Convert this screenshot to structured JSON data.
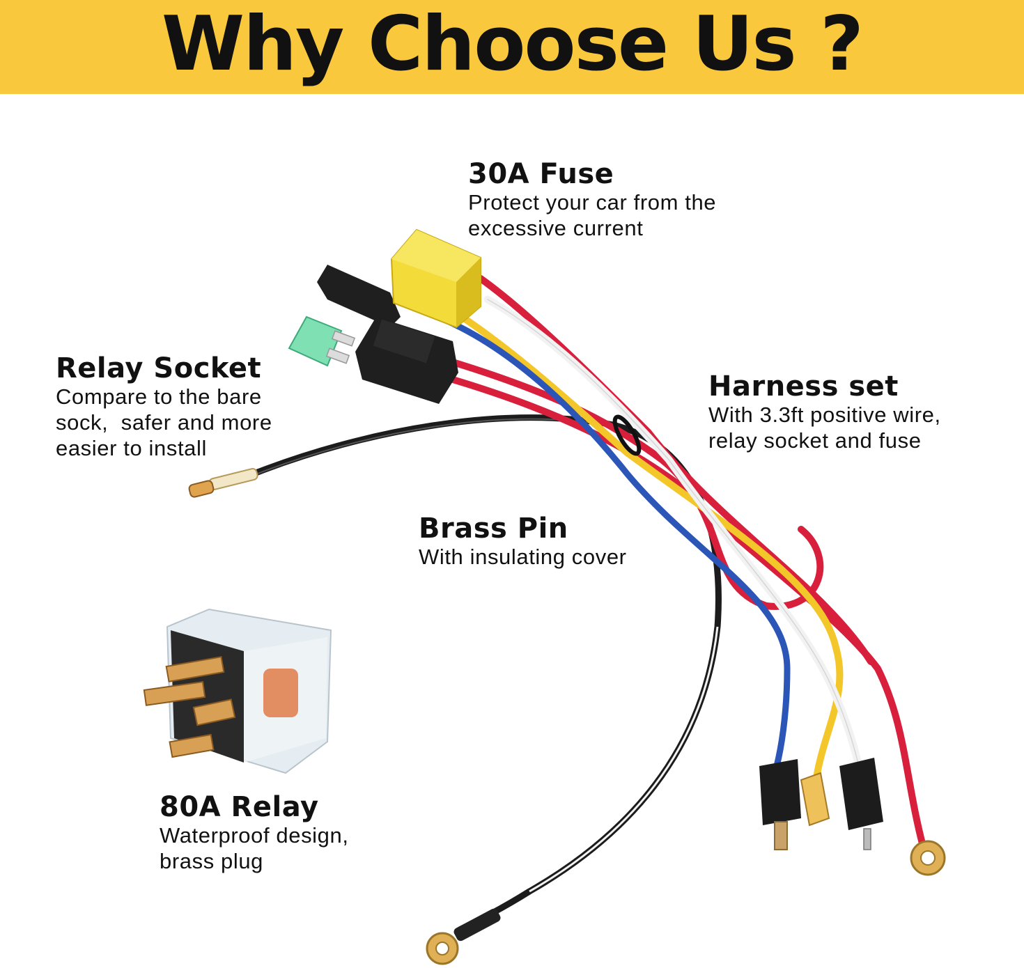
{
  "banner": {
    "title": "Why Choose Us ?",
    "bg_color": "#f9c83c"
  },
  "callouts": {
    "fuse": {
      "title": "30A Fuse",
      "line1": "Protect your car from the",
      "line2": "excessive current"
    },
    "relay_socket": {
      "title": "Relay Socket",
      "line1": "Compare to the bare",
      "line2": "sock,  safer and more",
      "line3": "easier to install"
    },
    "harness": {
      "title": "Harness set",
      "line1": "With 3.3ft positive wire,",
      "line2": "relay socket and fuse"
    },
    "brass_pin": {
      "title": "Brass Pin",
      "line1": "With insulating cover"
    },
    "relay": {
      "title": "80A Relay",
      "line1": "Waterproof design,",
      "line2": "brass plug"
    }
  },
  "wire_colors": {
    "red": "#d81f3c",
    "yellow": "#f3c62a",
    "blue": "#2b56b8",
    "white": "#f2f2f2",
    "black": "#1c1c1c"
  }
}
